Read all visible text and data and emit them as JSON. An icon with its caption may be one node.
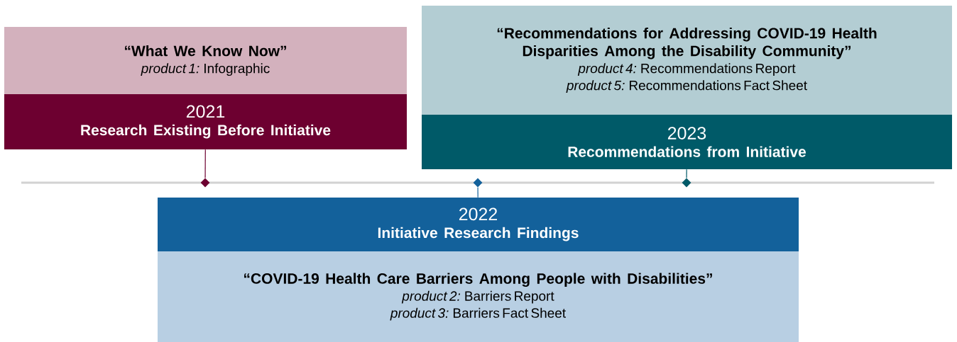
{
  "diagram": {
    "nodes": [
      {
        "text": [
          "“What We Know Now”",
          "*product 1:* Infographic"
        ]
      },
      {
        "text": [
          "2021",
          "Research Existing Before Initiative"
        ]
      },
      {
        "text": [
          "“Recommendations for Addressing COVID-19 Health Disparities Among the Disability Community”",
          "*product 4:* Recommendations Report",
          "*product 5:* Recommendations Fact Sheet"
        ]
      },
      {
        "text": [
          "2023",
          "Recommendations from Initiative"
        ]
      },
      {
        "text": [
          "2022",
          "Initiative Research Findings"
        ]
      },
      {
        "text": [
          "“COVID-19 Health Care Barriers Among People with Disabilities”",
          "*product 2:* Barriers Report",
          "*product 3:* Barriers Fact Sheet"
        ]
      },
      {
        "text": [],
        "shape": "diamond"
      },
      {
        "text": [],
        "shape": "diamond"
      },
      {
        "text": [],
        "shape": "diamond"
      }
    ],
    "edges": [
      {
        "from": 1,
        "to": 6,
        "arrow": "none",
        "color": "#6d0030"
      },
      {
        "from": 4,
        "to": 7,
        "arrow": "none",
        "color": "#13619b"
      },
      {
        "from": 3,
        "to": 8,
        "arrow": "none",
        "color": "#005a68"
      }
    ]
  }
}
